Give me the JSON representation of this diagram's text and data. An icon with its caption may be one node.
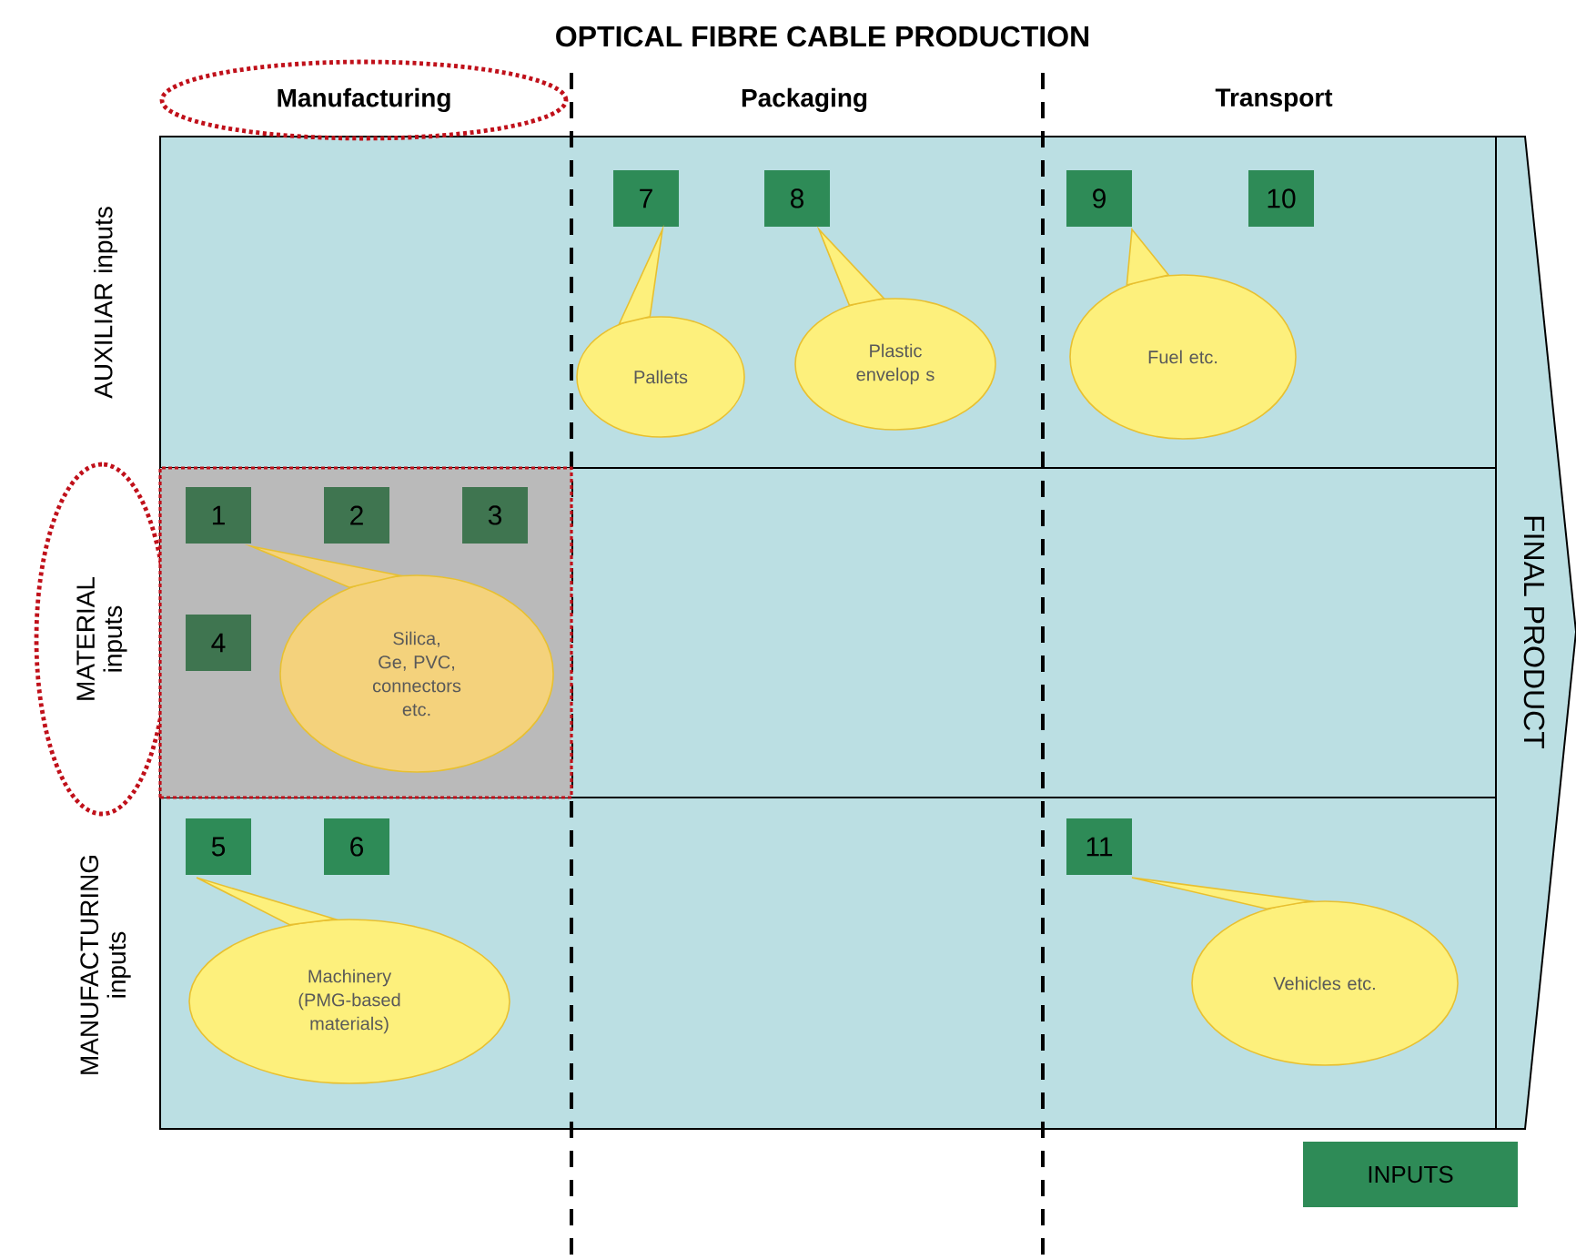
{
  "diagram": {
    "title": "OPTICAL FIBRE CABLE PRODUCTION",
    "nodes": [
      {
        "text": [
          "Manufacturing"
        ]
      },
      {
        "text": [
          "MATERIAL inputs"
        ]
      },
      {
        "text": [],
        "shape": "box"
      },
      {
        "text": [
          "1"
        ],
        "in": 2
      },
      {
        "text": [
          "2"
        ],
        "in": 2
      },
      {
        "text": [
          "3"
        ],
        "in": 2
      },
      {
        "text": [
          "4"
        ],
        "in": 2
      },
      {
        "text": [
          "5"
        ]
      },
      {
        "text": [
          "6"
        ]
      },
      {
        "text": [
          "7"
        ]
      },
      {
        "text": [
          "8"
        ]
      },
      {
        "text": [
          "9"
        ]
      },
      {
        "text": [
          "10"
        ]
      },
      {
        "text": [
          "11"
        ]
      },
      {
        "text": [
          "Pallets"
        ]
      },
      {
        "text": [
          "Plastic envelop s"
        ]
      },
      {
        "text": [
          "Fuel etc."
        ]
      },
      {
        "text": [
          "Silica, Ge, PVC, connectors etc."
        ],
        "in": 2
      },
      {
        "text": [
          "Machinery (PMG-based materials)"
        ]
      },
      {
        "text": [
          "Vehicles etc."
        ]
      },
      {
        "text": [
          "FINAL PRODUCT"
        ]
      },
      {
        "text": [
          "INPUTS"
        ]
      }
    ],
    "labels": [
      "Packaging",
      "Transport",
      "AUXILIAR inputs",
      "MANUFACTURING inputs"
    ]
  }
}
